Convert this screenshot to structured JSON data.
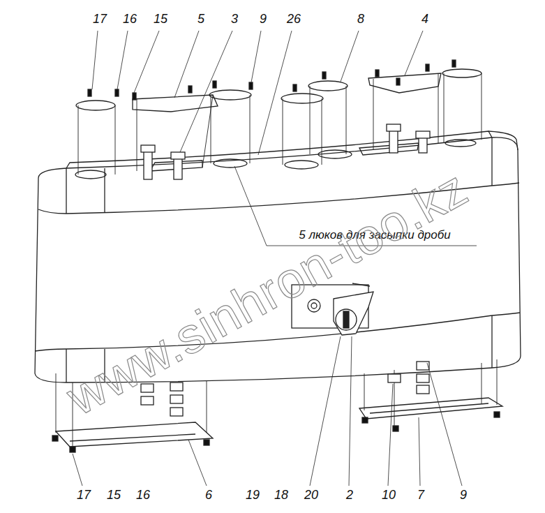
{
  "diagram": {
    "labels": [
      "17",
      "16",
      "15",
      "5",
      "3",
      "9",
      "26",
      "8",
      "4",
      "5 люков для засыпки дроби",
      "17",
      "15",
      "16",
      "6",
      "19",
      "18",
      "20",
      "2",
      "10",
      "7",
      "9",
      "www.sinhron-too.kz"
    ]
  }
}
